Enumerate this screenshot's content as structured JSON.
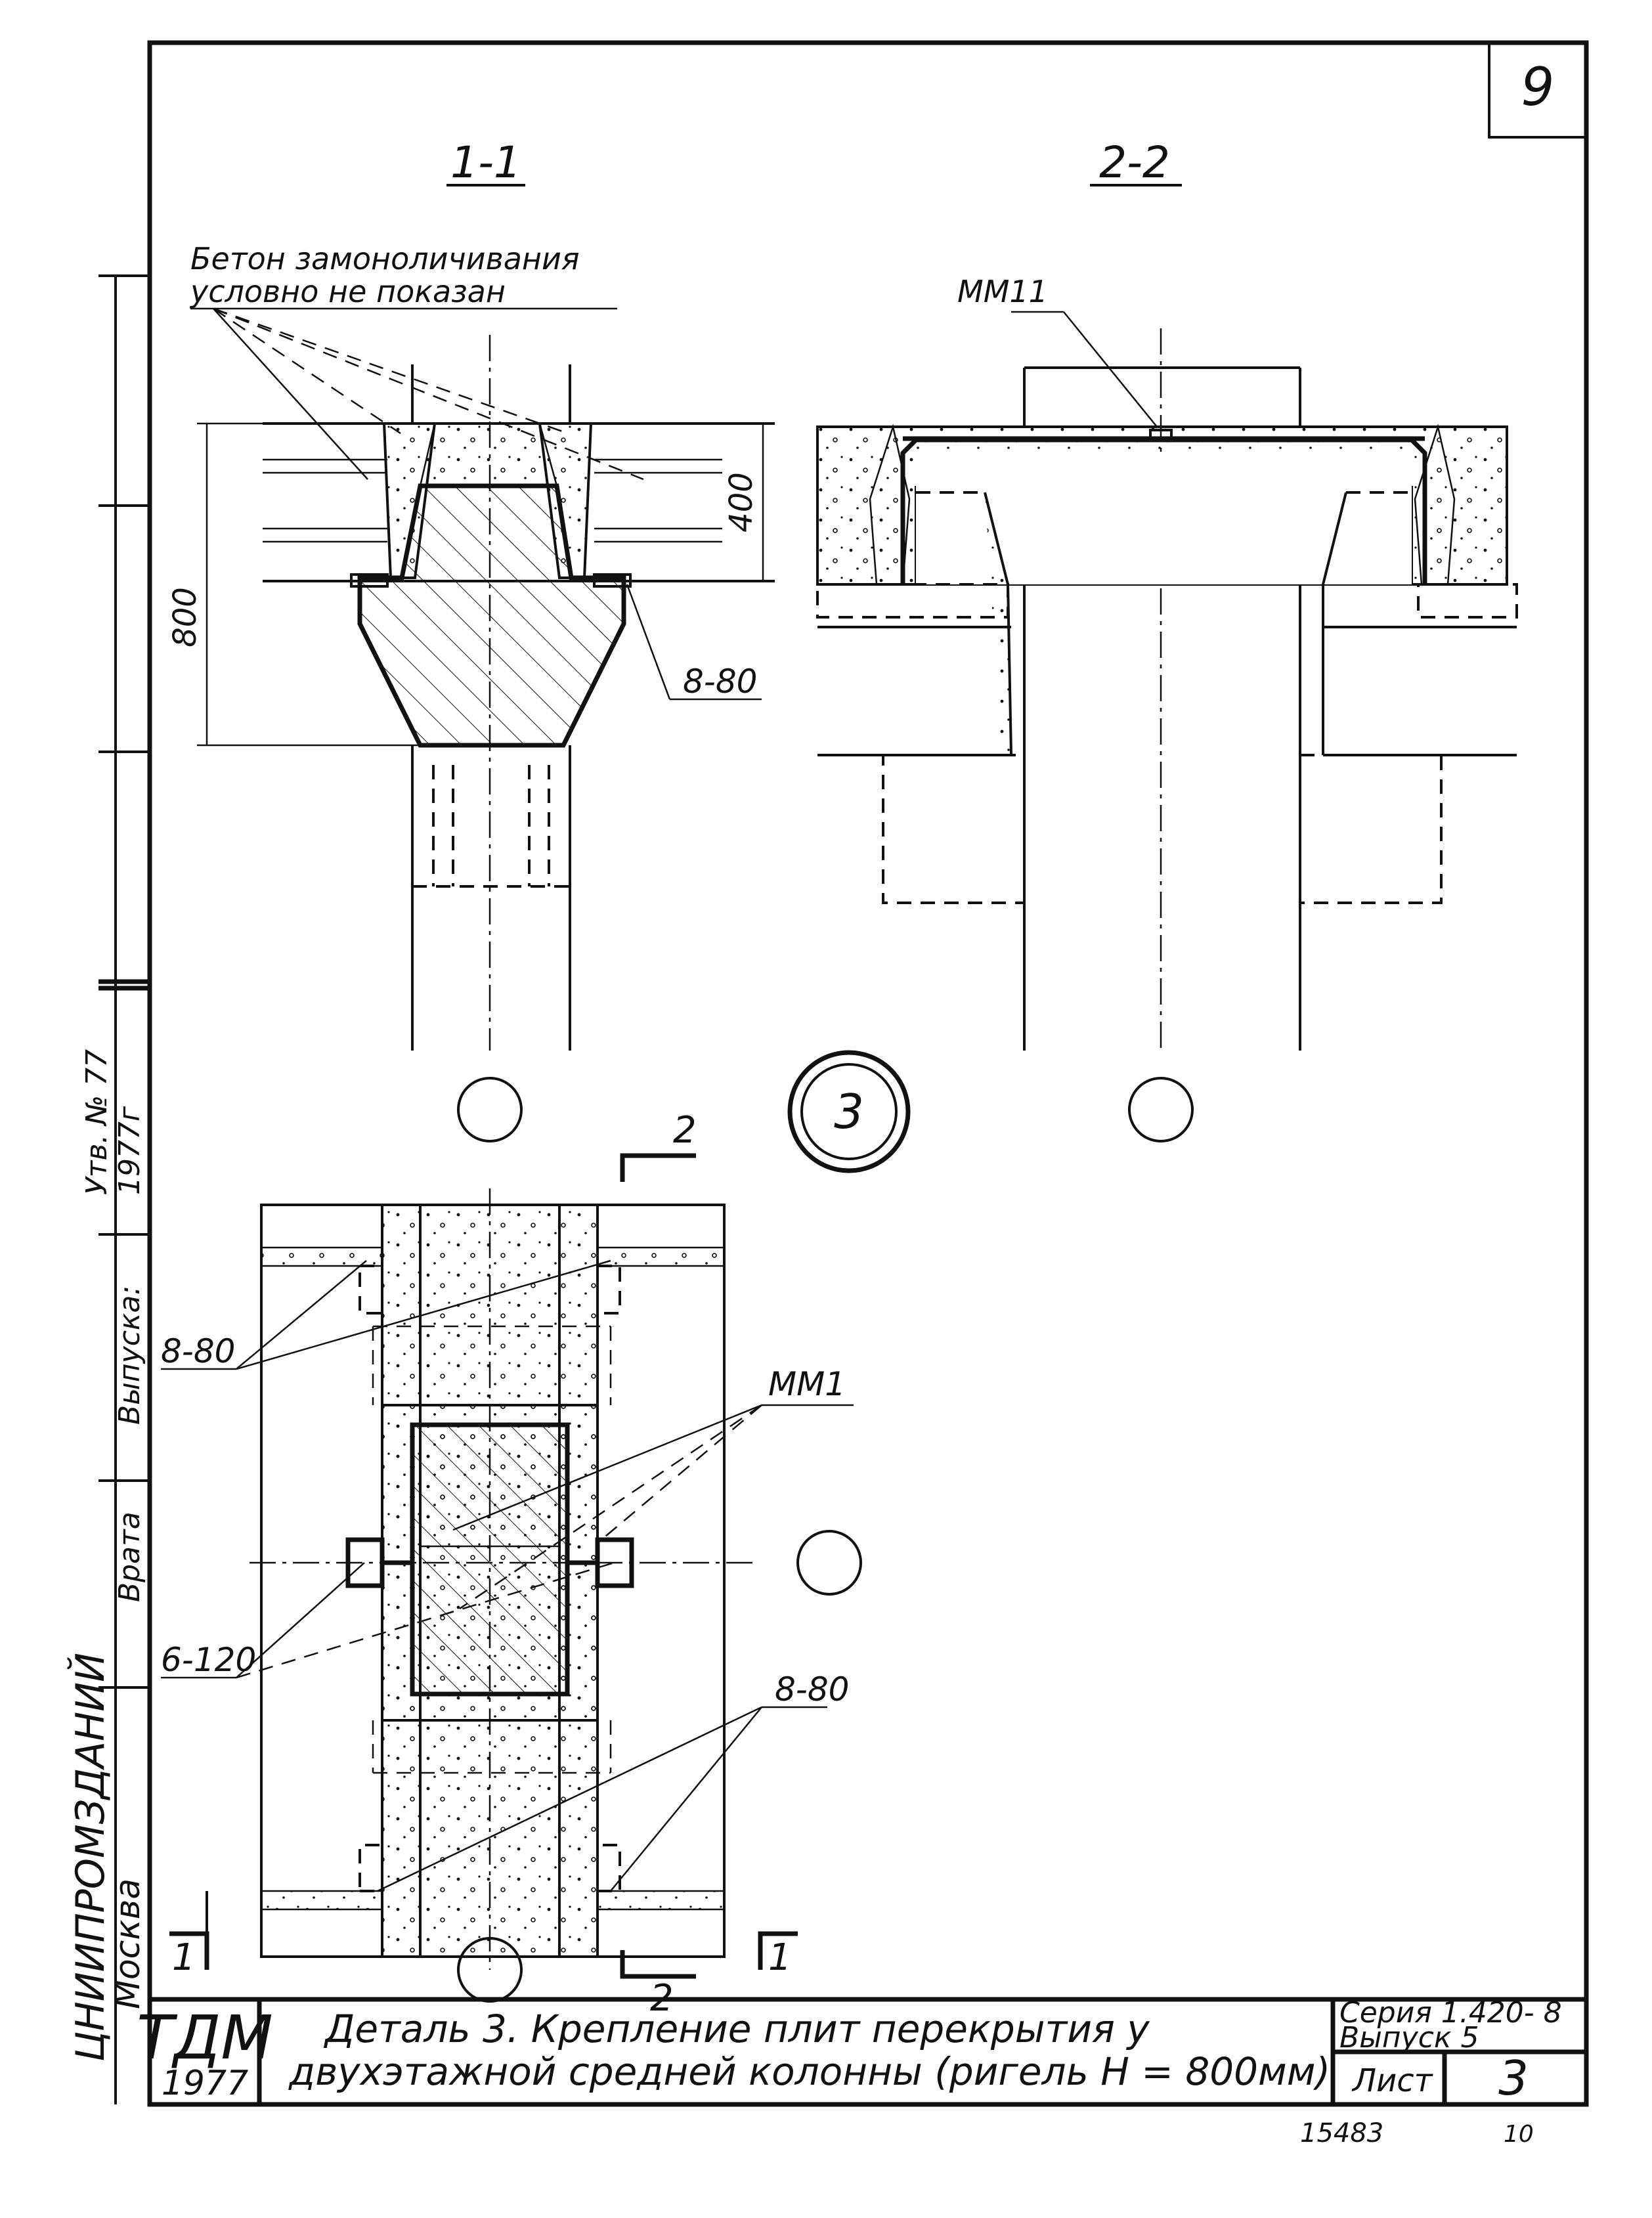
{
  "sheet": {
    "corner_number": "9",
    "series_label": "Серия 1.420- 8",
    "issue_label": "Выпуск 5",
    "sheet_label": "Лист",
    "sheet_number": "3",
    "footer_code": "15483",
    "footer_small": "10"
  },
  "stamp": {
    "org_logo_text": "ТДМ",
    "year": "1977",
    "title_line1": "Деталь 3.  Крепление  плит  перекрытия  у",
    "title_line2": "двухэтажной  средней  колонны  (ригель  Н = 800мм)"
  },
  "side_margin": {
    "org_name": "ЦНИИПРОМЗДАНИЙ",
    "city": "Москва",
    "approval_text": "Утв. № 77",
    "date_text": "1977г",
    "issue_text": "Выпуска:",
    "put_text": "Врата"
  },
  "section_1_1": {
    "title": "1-1",
    "note_line1": "Бетон замоноличивания",
    "note_line2": "условно не показан",
    "dim_800": "800",
    "dim_400": "400",
    "weld_label": "8-80"
  },
  "section_2_2": {
    "title": "2-2",
    "part_label": "ММ11"
  },
  "detail": {
    "circle_label": "3"
  },
  "plan": {
    "weld_top": "8-80",
    "weld_bottom": "8-80",
    "part_label": "ММ1",
    "weld_side": "6-120",
    "cut_2_top": "2",
    "cut_2_bottom": "2",
    "cut_1_left": "1",
    "cut_1_right": "1"
  }
}
